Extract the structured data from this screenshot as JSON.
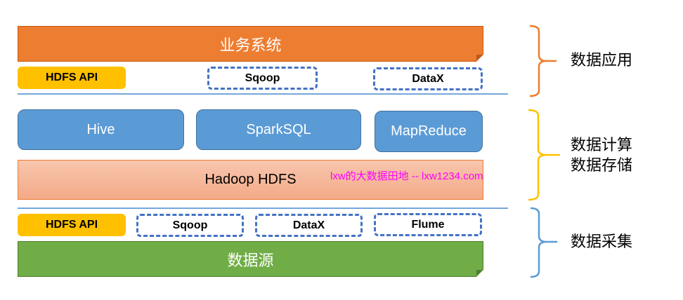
{
  "application_layer": {
    "title": "业务系统",
    "api_label": "HDFS API",
    "tools": [
      "Sqoop",
      "DataX"
    ]
  },
  "compute_layer": {
    "engines": [
      "Hive",
      "SparkSQL",
      "MapReduce"
    ],
    "storage": "Hadoop HDFS"
  },
  "collection_layer": {
    "api_label": "HDFS API",
    "tools": [
      "Sqoop",
      "DataX",
      "Flume"
    ],
    "source": "数据源"
  },
  "watermark": "lxw的大数据田地 -- lxw1234.com",
  "side_labels": {
    "application": "数据应用",
    "compute_line1": "数据计算",
    "compute_line2": "数据存储",
    "collection": "数据采集"
  },
  "colors": {
    "application": "#ed7d31",
    "compute": "#ffc000",
    "collection": "#5b9bd5",
    "api": "#ffc000",
    "engine": "#5b9bd5",
    "source": "#70ad47",
    "watermark": "#ff00ff"
  }
}
